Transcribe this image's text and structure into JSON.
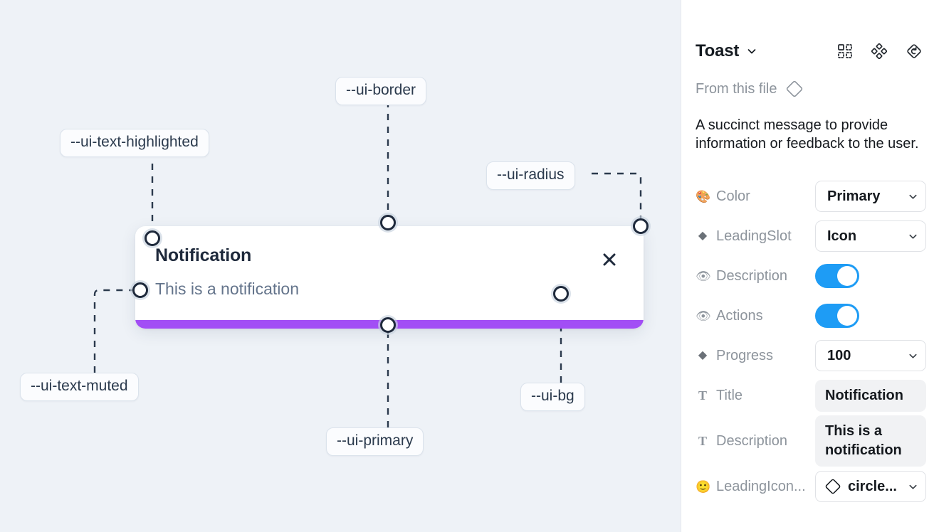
{
  "canvas": {
    "background_color": "#eef2f7",
    "toast": {
      "title": "Notification",
      "description": "This is a notification",
      "close_icon": "close-icon",
      "progress_color": "#a24ef5",
      "background_color": "#ffffff"
    },
    "callouts": [
      {
        "id": "ui-text-highlighted",
        "label": "--ui-text-highlighted"
      },
      {
        "id": "ui-border",
        "label": "--ui-border"
      },
      {
        "id": "ui-radius",
        "label": "--ui-radius"
      },
      {
        "id": "ui-text-muted",
        "label": "--ui-text-muted"
      },
      {
        "id": "ui-primary",
        "label": "--ui-primary"
      },
      {
        "id": "ui-bg",
        "label": "--ui-bg"
      }
    ]
  },
  "panel": {
    "title": "Toast",
    "title_caret_icon": "chevron-down-icon",
    "header_actions": [
      {
        "id": "swap-instance",
        "icon": "component-grid-icon"
      },
      {
        "id": "component-set",
        "icon": "four-diamonds-icon"
      },
      {
        "id": "reset-instance",
        "icon": "reset-diamond-icon"
      }
    ],
    "from_file": {
      "label": "From this file",
      "icon": "diamond-component-icon"
    },
    "description": "A succinct message to provide information or feedback to the user.",
    "properties": [
      {
        "id": "color",
        "icon": "palette-emoji",
        "icon_glyph": "🎨",
        "label": "Color",
        "control": "select",
        "value": "Primary"
      },
      {
        "id": "leading-slot",
        "icon": "diamond-icon",
        "icon_glyph": "◆",
        "label": "LeadingSlot",
        "control": "select",
        "value": "Icon"
      },
      {
        "id": "description",
        "icon": "eye-emoji",
        "icon_glyph": "👁",
        "label": "Description",
        "control": "toggle",
        "value": "on"
      },
      {
        "id": "actions",
        "icon": "eye-emoji",
        "icon_glyph": "👁",
        "label": "Actions",
        "control": "toggle",
        "value": "on"
      },
      {
        "id": "progress",
        "icon": "diamond-icon",
        "icon_glyph": "◆",
        "label": "Progress",
        "control": "select",
        "value": "100"
      },
      {
        "id": "title",
        "icon": "text-icon",
        "icon_glyph": "T",
        "label": "Title",
        "control": "textfield",
        "value": "Notification"
      },
      {
        "id": "description-text",
        "icon": "text-icon",
        "icon_glyph": "T",
        "label": "Description",
        "control": "textfield-multiline",
        "value": "This is a notification"
      },
      {
        "id": "leading-icon",
        "icon": "smiley-emoji",
        "icon_glyph": "🙂",
        "label": "LeadingIcon...",
        "control": "select-with-glyph",
        "value": "circle...",
        "glyph_icon": "diamond-component-icon"
      }
    ],
    "colors": {
      "toggle_on": "#1e9cf5",
      "field_bg": "#f1f2f4"
    }
  }
}
